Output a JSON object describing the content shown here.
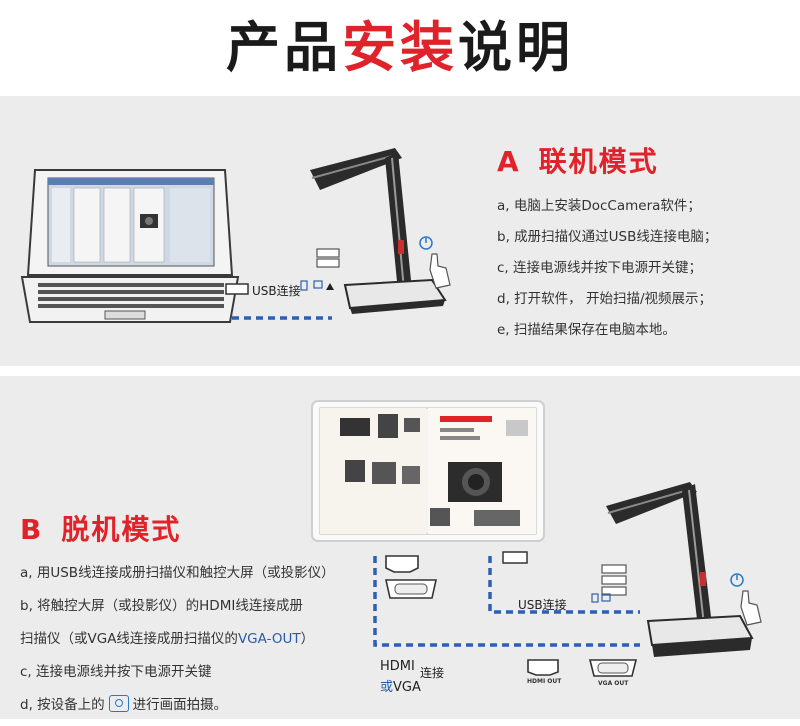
{
  "header": {
    "title_part1": "产品",
    "title_part2": "安装",
    "title_part3": "说明"
  },
  "section_a": {
    "letter": "A",
    "title": "联机模式",
    "steps": [
      "a, 电脑上安装DocCamera软件；",
      "b, 成册扫描仪通过USB线连接电脑；",
      "c, 连接电源线并按下电源开关键；",
      "d, 打开软件， 开始扫描/视频展示；",
      "e, 扫描结果保存在电脑本地。"
    ],
    "usb_label": "USB连接"
  },
  "section_b": {
    "letter": "B",
    "title": "脱机模式",
    "steps": [
      "a, 用USB线连接成册扫描仪和触控大屏（或投影仪）",
      "b, 将触控大屏（或投影仪）的HDMI线连接成册",
      "c, 连接电源线并按下电源开关键"
    ],
    "step_b_cont_prefix": "扫描仪（或VGA线连接成册扫描仪的",
    "step_b_cont_blue": "VGA-OUT",
    "step_b_cont_suffix": "）",
    "step_d_prefix": "d, 按设备上的",
    "step_d_suffix": "进行画面拍摄。",
    "usb_label": "USB连接",
    "hdmi_label": "HDMI",
    "connect_label": "连接",
    "or_label": "或",
    "vga_label": "VGA",
    "hdmi_out": "HDMI OUT",
    "vga_out": "VGA OUT"
  },
  "colors": {
    "accent": "#e0232b",
    "link": "#2a5aa8",
    "panel": "#ececec",
    "dash": "#2f5fb0"
  },
  "icons": [
    "camera-icon",
    "power-icon",
    "hand-pointer-icon",
    "usb-port-icon",
    "hdmi-port-icon",
    "vga-port-icon"
  ]
}
